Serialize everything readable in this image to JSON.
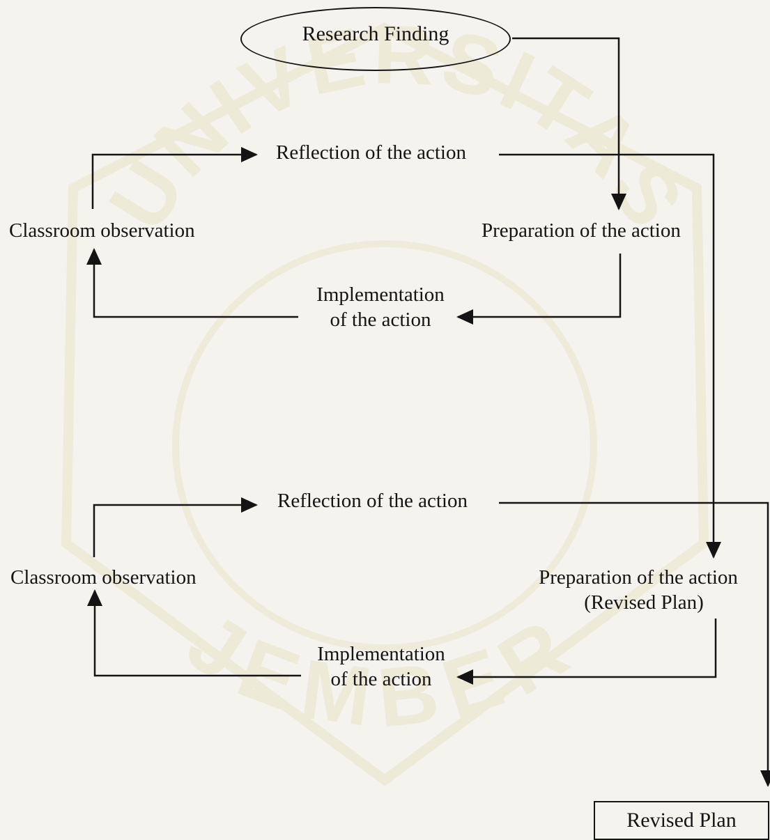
{
  "diagram": {
    "start": "Research Finding",
    "end": "Revised Plan",
    "cycles": [
      {
        "reflection": "Reflection of the action",
        "observation": "Classroom observation",
        "preparation": [
          "Preparation of the action"
        ],
        "implementation": [
          "Implementation",
          "of the action"
        ]
      },
      {
        "reflection": "Reflection of the action",
        "observation": "Classroom observation",
        "preparation": [
          "Preparation of the action",
          "(Revised Plan)"
        ],
        "implementation": [
          "Implementation",
          "of the action"
        ]
      }
    ]
  },
  "watermark": {
    "arc_top": "UNIVERSITAS",
    "arc_bottom": "JEMBER"
  },
  "colors": {
    "background": "#f4f3ee",
    "ink": "#141414",
    "watermark": "#e9e4c6"
  }
}
